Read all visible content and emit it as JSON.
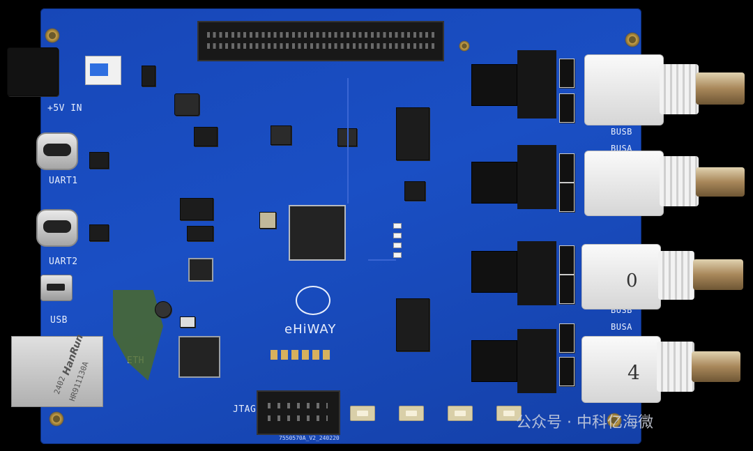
{
  "silkscreen": {
    "power_in": "+5V IN",
    "uart1": "UART1",
    "uart2": "UART2",
    "usb": "USB",
    "eth": "ETH",
    "jtag": "JTAG",
    "busb_top": "BUSB",
    "busa_top": "BUSA",
    "busb_bottom": "BUSB",
    "busa_bottom": "BUSA",
    "logo_text": "eHiWAY",
    "board_id": "7550570A_V2_240220",
    "rj45_brand": "HanRun",
    "rj45_part": "HR911130A",
    "rj45_date": "2402",
    "handwritten_0": "0",
    "handwritten_4": "4"
  },
  "watermark": "公众号 · 中科亿海微",
  "colors": {
    "pcb": "#1a4fc4",
    "silkscreen": "#e8eefc",
    "connector_white": "#f2f2f2",
    "bnc_metal": "#a8875a"
  }
}
